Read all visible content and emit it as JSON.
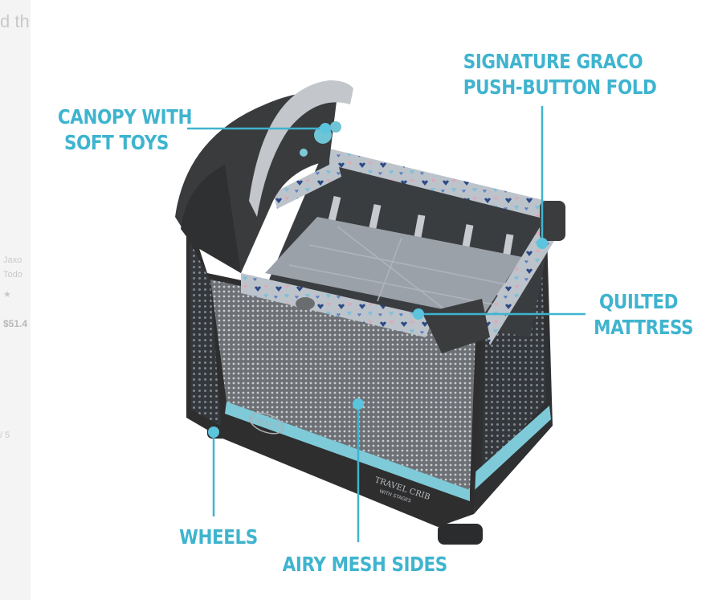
{
  "callouts": {
    "canopy": [
      "CANOPY WITH",
      "SOFT TOYS"
    ],
    "fold": [
      "SIGNATURE GRACO",
      "PUSH-BUTTON FOLD"
    ],
    "mattress": [
      "QUILTED",
      "MATTRESS"
    ],
    "wheels": "WHEELS",
    "mesh": "AIRY MESH SIDES"
  },
  "product": {
    "brand_badge": "GRACO",
    "name_line1": "TRAVEL CRIB",
    "name_line2": "WITH STAGES"
  },
  "background_page": {
    "heading_fragment": "d th",
    "item_line1": "Jaxo",
    "item_line2": "Todo",
    "rating": "★",
    "price": "$51.4",
    "link_fragment": "/ 5"
  },
  "colors": {
    "accent": "#3fb4cf",
    "frame": "#2e2e2f",
    "canopy": "#3a3b3c",
    "fabric": "#b9c0c8",
    "trim": "#7fcad8"
  }
}
